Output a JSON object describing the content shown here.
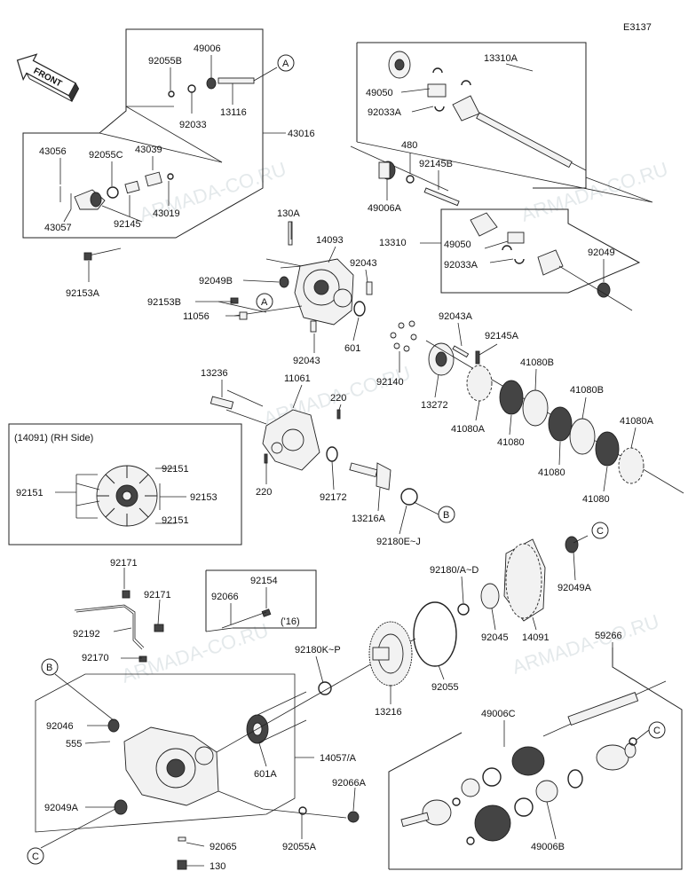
{
  "diagram_code": "E3137",
  "front_label": "FRONT",
  "watermark": "ARMADA-CO.RU",
  "rh_box_title": "(14091) (RH Side)",
  "year_note": "('16)",
  "circle_refs": {
    "a": "A",
    "b": "B",
    "c": "C"
  },
  "labels": {
    "p92055B": "92055B",
    "p49006": "49006",
    "p92033": "92033",
    "p13116": "13116",
    "p43016": "43016",
    "p43056": "43056",
    "p92055C": "92055C",
    "p43039": "43039",
    "p43019": "43019",
    "p92145": "92145",
    "p43057": "43057",
    "p92153A": "92153A",
    "p13310A": "13310A",
    "p49050a": "49050",
    "p92033Aa": "92033A",
    "p480": "480",
    "p92145B": "92145B",
    "p49006A": "49006A",
    "p13310": "13310",
    "p49050b": "49050",
    "p92033Ab": "92033A",
    "p92049": "92049",
    "p130A": "130A",
    "p14093": "14093",
    "p92043a": "92043",
    "p92049B": "92049B",
    "p92153B": "92153B",
    "p11056": "11056",
    "p92043b": "92043",
    "p601": "601",
    "p92043A": "92043A",
    "p92145A": "92145A",
    "p92140": "92140",
    "p13272": "13272",
    "p41080Aa": "41080A",
    "p41080a": "41080",
    "p41080Ba": "41080B",
    "p41080Bb": "41080B",
    "p41080b": "41080",
    "p41080c": "41080",
    "p41080Ab": "41080A",
    "p13236": "13236",
    "p11061": "11061",
    "p220a": "220",
    "p220b": "220",
    "p92172": "92172",
    "p13216A": "13216A",
    "p92180EJ": "92180E~J",
    "p92151a": "92151",
    "p92151b": "92151",
    "p92151c": "92151",
    "p92153": "92153",
    "p92171a": "92171",
    "p92171b": "92171",
    "p92192": "92192",
    "p92170": "92170",
    "p92154": "92154",
    "p92066": "92066",
    "p92180AD": "92180/A~D",
    "p92049A_top": "92049A",
    "p92045": "92045",
    "p14091": "14091",
    "p92180KP": "92180K~P",
    "p92055": "92055",
    "p13216": "13216",
    "p59266": "59266",
    "p92046": "92046",
    "p555": "555",
    "p601A": "601A",
    "p14057": "14057/A",
    "p49006C": "49006C",
    "p92066A": "92066A",
    "p92049A_bot": "92049A",
    "p92065": "92065",
    "p92055A": "92055A",
    "p130": "130",
    "p49006B": "49006B"
  }
}
